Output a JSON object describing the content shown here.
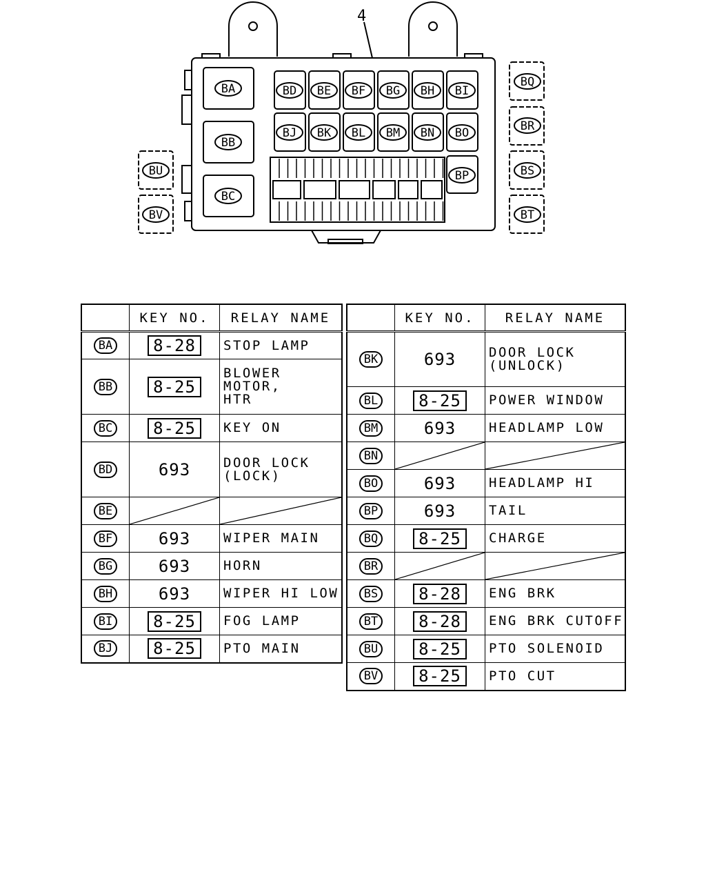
{
  "callout": "4",
  "fusebox_codes": {
    "left_top": [
      "BA",
      "BB",
      "BC"
    ],
    "relay_row1": [
      "BD",
      "BE",
      "BF",
      "BG",
      "BH",
      "BI"
    ],
    "relay_row2": [
      "BJ",
      "BK",
      "BL",
      "BM",
      "BN",
      "BO"
    ],
    "relay_side": "BP",
    "right_column": [
      "BQ",
      "BR",
      "BS",
      "BT"
    ],
    "left_column": [
      "BU",
      "BV"
    ]
  },
  "table_headers": {
    "col_code": "",
    "col_key": "KEY NO.",
    "col_name": "RELAY NAME"
  },
  "table_left": [
    {
      "code": "BA",
      "key": "8-28",
      "boxed": true,
      "name": "STOP LAMP"
    },
    {
      "code": "BB",
      "key": "8-25",
      "boxed": true,
      "name": "BLOWER MOTOR,\nHTR"
    },
    {
      "code": "BC",
      "key": "8-25",
      "boxed": true,
      "name": "KEY ON"
    },
    {
      "code": "BD",
      "key": "693",
      "boxed": false,
      "name": "DOOR LOCK\n (LOCK)"
    },
    {
      "code": "BE",
      "key": "",
      "boxed": false,
      "name": "",
      "empty": true
    },
    {
      "code": "BF",
      "key": "693",
      "boxed": false,
      "name": "WIPER MAIN"
    },
    {
      "code": "BG",
      "key": "693",
      "boxed": false,
      "name": "HORN"
    },
    {
      "code": "BH",
      "key": "693",
      "boxed": false,
      "name": "WIPER HI LOW"
    },
    {
      "code": "BI",
      "key": "8-25",
      "boxed": true,
      "name": "FOG LAMP"
    },
    {
      "code": "BJ",
      "key": "8-25",
      "boxed": true,
      "name": "PTO MAIN"
    }
  ],
  "table_right": [
    {
      "code": "BK",
      "key": "693",
      "boxed": false,
      "name": "DOOR LOCK\n (UNLOCK)"
    },
    {
      "code": "BL",
      "key": "8-25",
      "boxed": true,
      "name": "POWER WINDOW"
    },
    {
      "code": "BM",
      "key": "693",
      "boxed": false,
      "name": "HEADLAMP LOW"
    },
    {
      "code": "BN",
      "key": "",
      "boxed": false,
      "name": "",
      "empty": true
    },
    {
      "code": "BO",
      "key": "693",
      "boxed": false,
      "name": "HEADLAMP HI"
    },
    {
      "code": "BP",
      "key": "693",
      "boxed": false,
      "name": "TAIL"
    },
    {
      "code": "BQ",
      "key": "8-25",
      "boxed": true,
      "name": "CHARGE"
    },
    {
      "code": "BR",
      "key": "",
      "boxed": false,
      "name": "",
      "empty": true
    },
    {
      "code": "BS",
      "key": "8-28",
      "boxed": true,
      "name": "ENG BRK"
    },
    {
      "code": "BT",
      "key": "8-28",
      "boxed": true,
      "name": "ENG BRK CUTOFF"
    },
    {
      "code": "BU",
      "key": "8-25",
      "boxed": true,
      "name": "PTO SOLENOID"
    },
    {
      "code": "BV",
      "key": "8-25",
      "boxed": true,
      "name": "PTO CUT"
    }
  ]
}
